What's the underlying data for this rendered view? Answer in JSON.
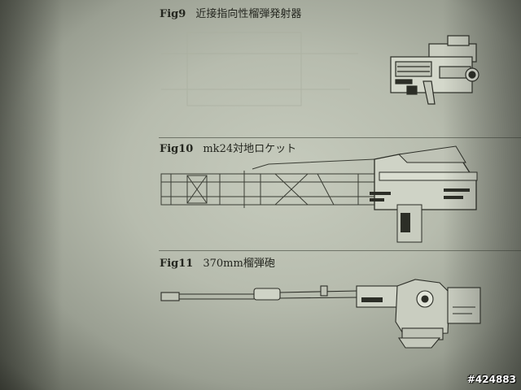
{
  "figures": [
    {
      "number": "Fig9",
      "title": "近接指向性榴弾発射器"
    },
    {
      "number": "Fig10",
      "title": "mk24対地ロケット"
    },
    {
      "number": "Fig11",
      "title": "370mm榴弾砲"
    }
  ],
  "watermark": "#424883"
}
